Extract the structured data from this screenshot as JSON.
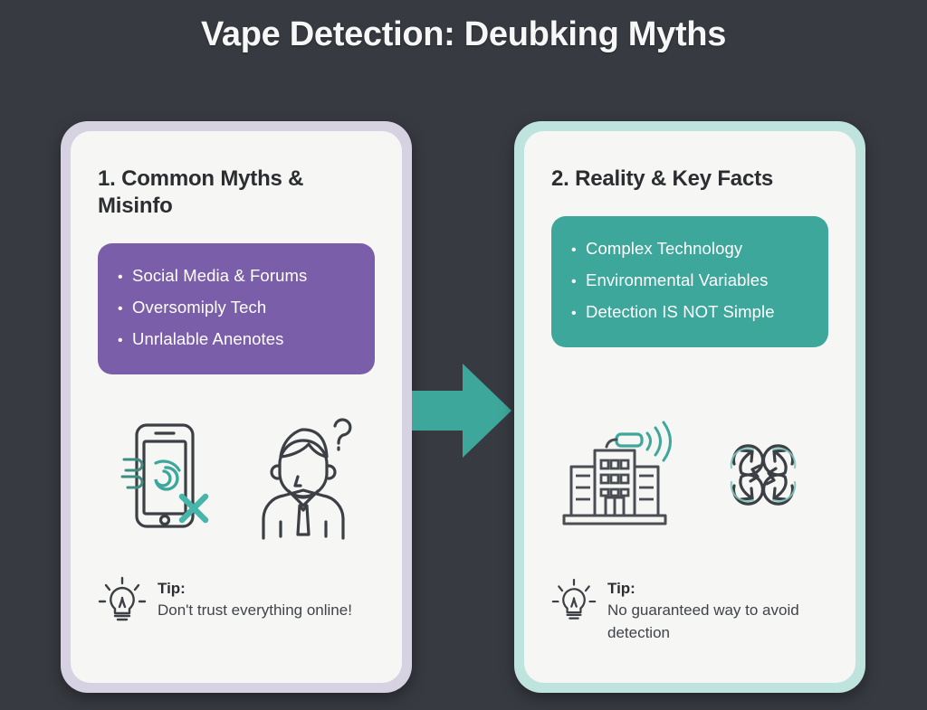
{
  "page": {
    "title": "Vape Detection: Deubking Myths",
    "background_color": "#373a40"
  },
  "colors": {
    "purple_panel": "#7b5ea9",
    "teal_panel": "#3ea79c",
    "left_card_border": "#d6d2e2",
    "right_card_border": "#bfe3dd",
    "card_surface": "#f6f6f5",
    "arrow": "#3ea79c",
    "icon_stroke": "#3c3f44",
    "icon_accent": "#3ea79c"
  },
  "cards": [
    {
      "heading": "1. Common Myths & Misinfo",
      "bullets": [
        "Social Media & Forums",
        "Oversomiply Tech",
        "Unrlalable Anenotes"
      ],
      "bullet_marker": "•",
      "illustrations": [
        "smartphone-vapor-x-icon",
        "confused-person-question-icon"
      ],
      "tip_label": "Tip:",
      "tip_body": "Don't trust everything online!"
    },
    {
      "heading": "2. Reality & Key Facts",
      "bullets": [
        "Complex Technology",
        "Environmental Variables",
        "Detection IS NOT Simple"
      ],
      "bullet_marker": "•",
      "illustrations": [
        "building-sensor-signal-icon",
        "circular-arrows-cycle-icon"
      ],
      "tip_label": "Tip:",
      "tip_body": "No guaranteed way to avoid detection"
    }
  ],
  "connector": {
    "icon": "arrow-right-icon",
    "direction": "right"
  }
}
